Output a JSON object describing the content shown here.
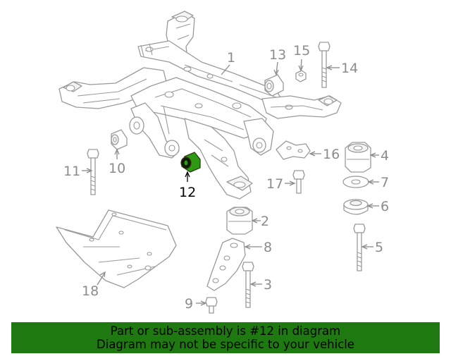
{
  "diagram": {
    "callouts": [
      {
        "number": "1"
      },
      {
        "number": "2"
      },
      {
        "number": "3"
      },
      {
        "number": "4"
      },
      {
        "number": "5"
      },
      {
        "number": "6"
      },
      {
        "number": "7"
      },
      {
        "number": "8"
      },
      {
        "number": "9"
      },
      {
        "number": "10"
      },
      {
        "number": "11"
      },
      {
        "number": "12"
      },
      {
        "number": "13"
      },
      {
        "number": "14"
      },
      {
        "number": "15"
      },
      {
        "number": "16"
      },
      {
        "number": "17"
      },
      {
        "number": "18"
      }
    ],
    "highlighted_part": "12",
    "colors": {
      "line_art": "#9a9a9a",
      "callout_text": "#8c8c8c",
      "highlight_part": "#2e9a14",
      "highlight_text": "#000000",
      "banner_background": "#1e7a10"
    }
  },
  "banner": {
    "line1": "Part or sub-assembly is #12 in diagram",
    "line2": "Diagram may not be specific to your vehicle"
  }
}
